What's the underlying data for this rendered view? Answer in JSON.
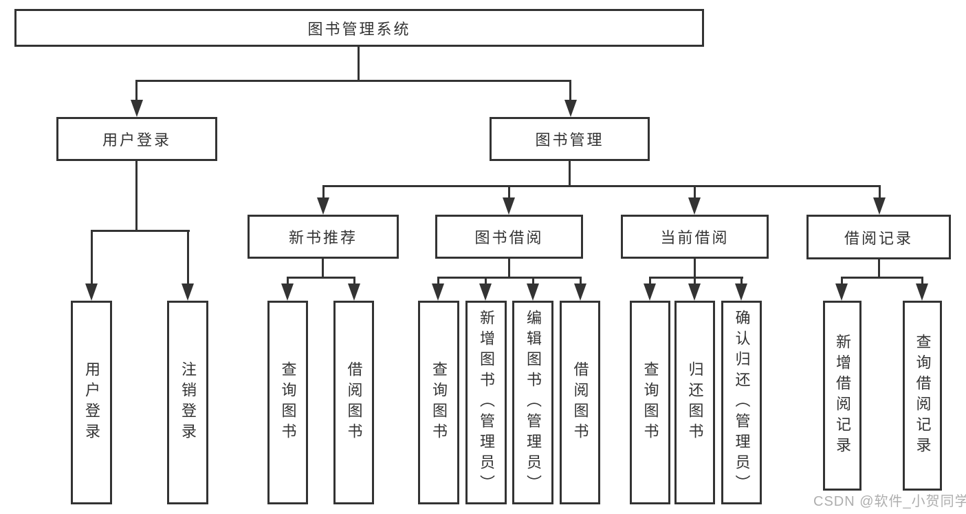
{
  "tree": {
    "label": "图书管理系统",
    "children": [
      {
        "label": "用户登录",
        "children": [
          {
            "label": "用户登录"
          },
          {
            "label": "注销登录"
          }
        ]
      },
      {
        "label": "图书管理",
        "children": [
          {
            "label": "新书推荐",
            "children": [
              {
                "label": "查询图书"
              },
              {
                "label": "借阅图书"
              }
            ]
          },
          {
            "label": "图书借阅",
            "children": [
              {
                "label": "查询图书"
              },
              {
                "label": "新增图书（管理员）"
              },
              {
                "label": "编辑图书（管理员）"
              },
              {
                "label": "借阅图书"
              }
            ]
          },
          {
            "label": "当前借阅",
            "children": [
              {
                "label": "查询图书"
              },
              {
                "label": "归还图书"
              },
              {
                "label": "确认归还（管理员）"
              }
            ]
          },
          {
            "label": "借阅记录",
            "children": [
              {
                "label": "新增借阅记录"
              },
              {
                "label": "查询借阅记录"
              }
            ]
          }
        ]
      }
    ]
  },
  "watermark": {
    "text": "CSDN @软件_小贺同学"
  },
  "colors": {
    "line": "#333333",
    "text": "#333333",
    "box_background": "#ffffff",
    "page_background": "#ffffff",
    "watermark": "#a0a0a0"
  }
}
